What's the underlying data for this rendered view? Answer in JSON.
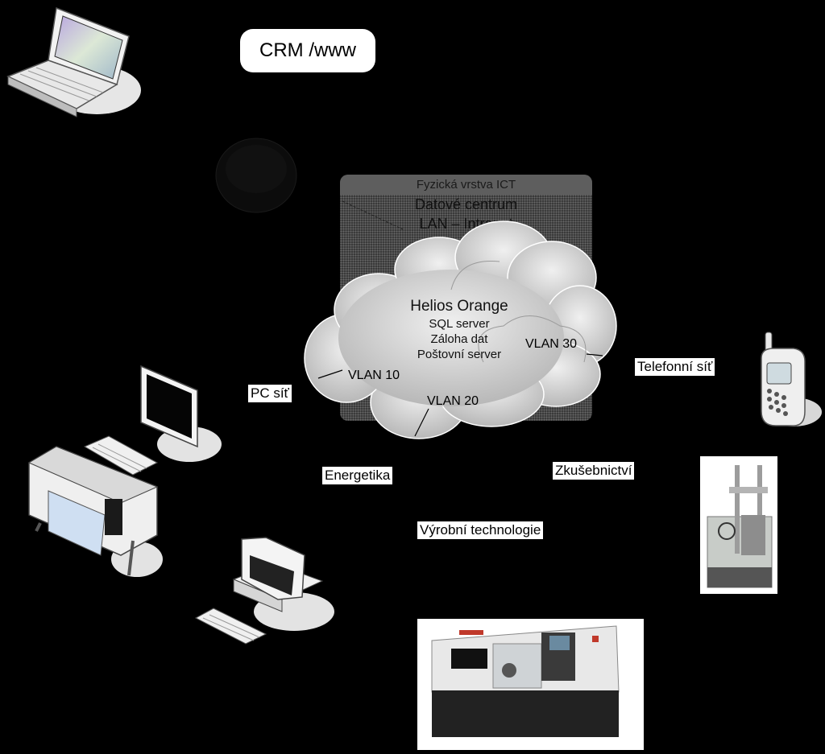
{
  "crm_label": "CRM /www",
  "data_center": {
    "header": "Fyzická vrstva ICT",
    "title_line1": "Datové centrum",
    "title_line2": "LAN – Intranet"
  },
  "cloud": {
    "title": "Helios Orange",
    "line1": "SQL server",
    "line2": "Záloha dat",
    "line3": "Poštovní server",
    "vlan10": "VLAN 10",
    "vlan20": "VLAN 20",
    "vlan30": "VLAN 30"
  },
  "labels": {
    "pc_net": "PC síť",
    "phone_net": "Telefonní síť",
    "energy": "Energetika",
    "testing": "Zkušebnictví",
    "production": "Výrobní technologie"
  },
  "colors": {
    "background": "#000000",
    "cloud_fill": "#d8d8d8",
    "panel_fill": "#3a3a3a"
  }
}
